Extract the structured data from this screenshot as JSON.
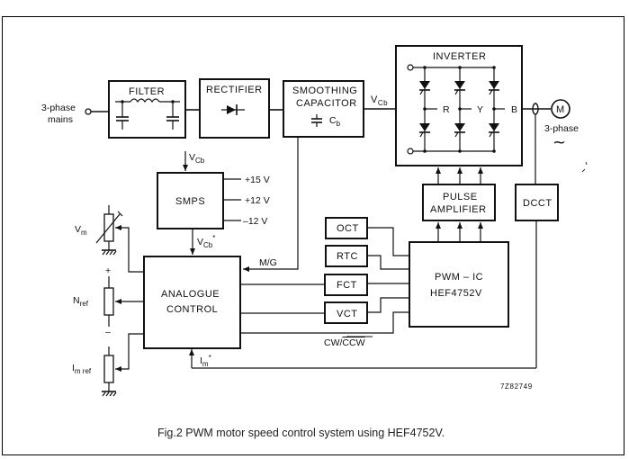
{
  "figure": {
    "caption": "Fig.2  PWM motor speed control system using HEF4752V.",
    "code": "7Z82749"
  },
  "blocks": {
    "filter": "FILTER",
    "rectifier": "RECTIFIER",
    "smoothing_line1": "SMOOTHING",
    "smoothing_line2": "CAPACITOR",
    "smoothing_cap_label": "C",
    "smoothing_cap_sub": "b",
    "inverter": "INVERTER",
    "smps": "SMPS",
    "pulse_line1": "PULSE",
    "pulse_line2": "AMPLIFIER",
    "dcct": "DCCT",
    "oct": "OCT",
    "rtc": "RTC",
    "fct": "FCT",
    "vct": "VCT",
    "pwm_line1": "PWM – IC",
    "pwm_line2": "HEF4752V",
    "analogue_line1": "ANALOGUE",
    "analogue_line2": "CONTROL"
  },
  "labels": {
    "mains_line1": "3-phase",
    "mains_line2": "mains",
    "vcb_main": "V",
    "vcb_sub": "Cb",
    "vcb_smps": "V",
    "vcb_smps_sub": "Cb",
    "vcb_star": "V",
    "vcb_star_sub": "Cb",
    "star": "*",
    "plus15": "+15 V",
    "plus12": "+12 V",
    "minus12": "–12 V",
    "phase_r": "R",
    "phase_y": "Y",
    "phase_b": "B",
    "motor": "M",
    "motor_phase": "3-phase",
    "ac_symbol": "~",
    "mg": "M/G",
    "cw": "CW/",
    "ccw": "CCW",
    "vm": "V",
    "vm_sub": "m",
    "nref": "N",
    "nref_sub": "ref",
    "imref": "I",
    "imref_sub": "m ref",
    "im": "I",
    "im_sub": "m",
    "plus": "+",
    "minus": "–"
  }
}
